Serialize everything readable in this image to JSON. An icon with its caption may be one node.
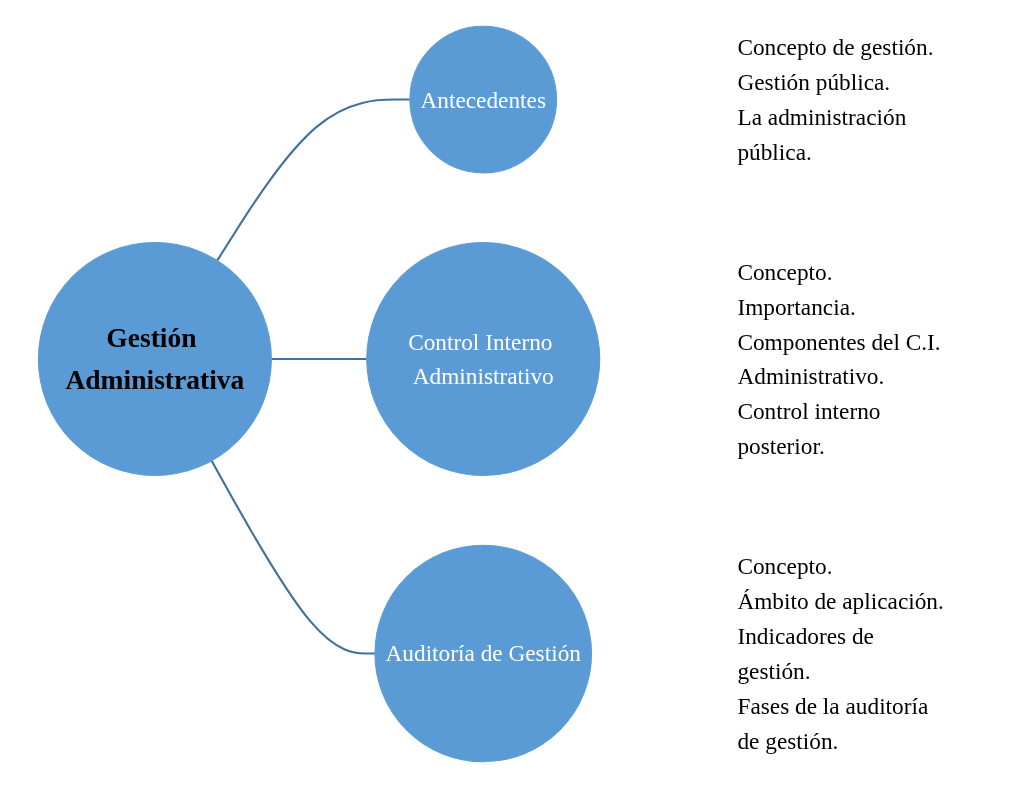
{
  "diagram": {
    "nodes": [
      {
        "text": [
          "Gestión Administrativa"
        ]
      },
      {
        "text": [
          "Antecedentes"
        ],
        "beside": [
          "Concepto de gestión.",
          "Gestión pública.",
          "La administración pública."
        ]
      },
      {
        "text": [
          "Control Interno Administrativo"
        ],
        "beside": [
          "Concepto.",
          "Importancia.",
          "Componentes del C.I. Administrativo.",
          "Control interno posterior."
        ]
      },
      {
        "text": [
          "Auditoría de Gestión"
        ],
        "beside": [
          "Concepto.",
          "Ámbito de aplicación.",
          "Indicadores de gestión.",
          "Fases de la auditoría de gestión."
        ]
      }
    ],
    "edges": [
      {
        "from": 0,
        "to": 1,
        "arrow": "none"
      },
      {
        "from": 0,
        "to": 2,
        "arrow": "none"
      },
      {
        "from": 0,
        "to": 3,
        "arrow": "none"
      }
    ]
  }
}
